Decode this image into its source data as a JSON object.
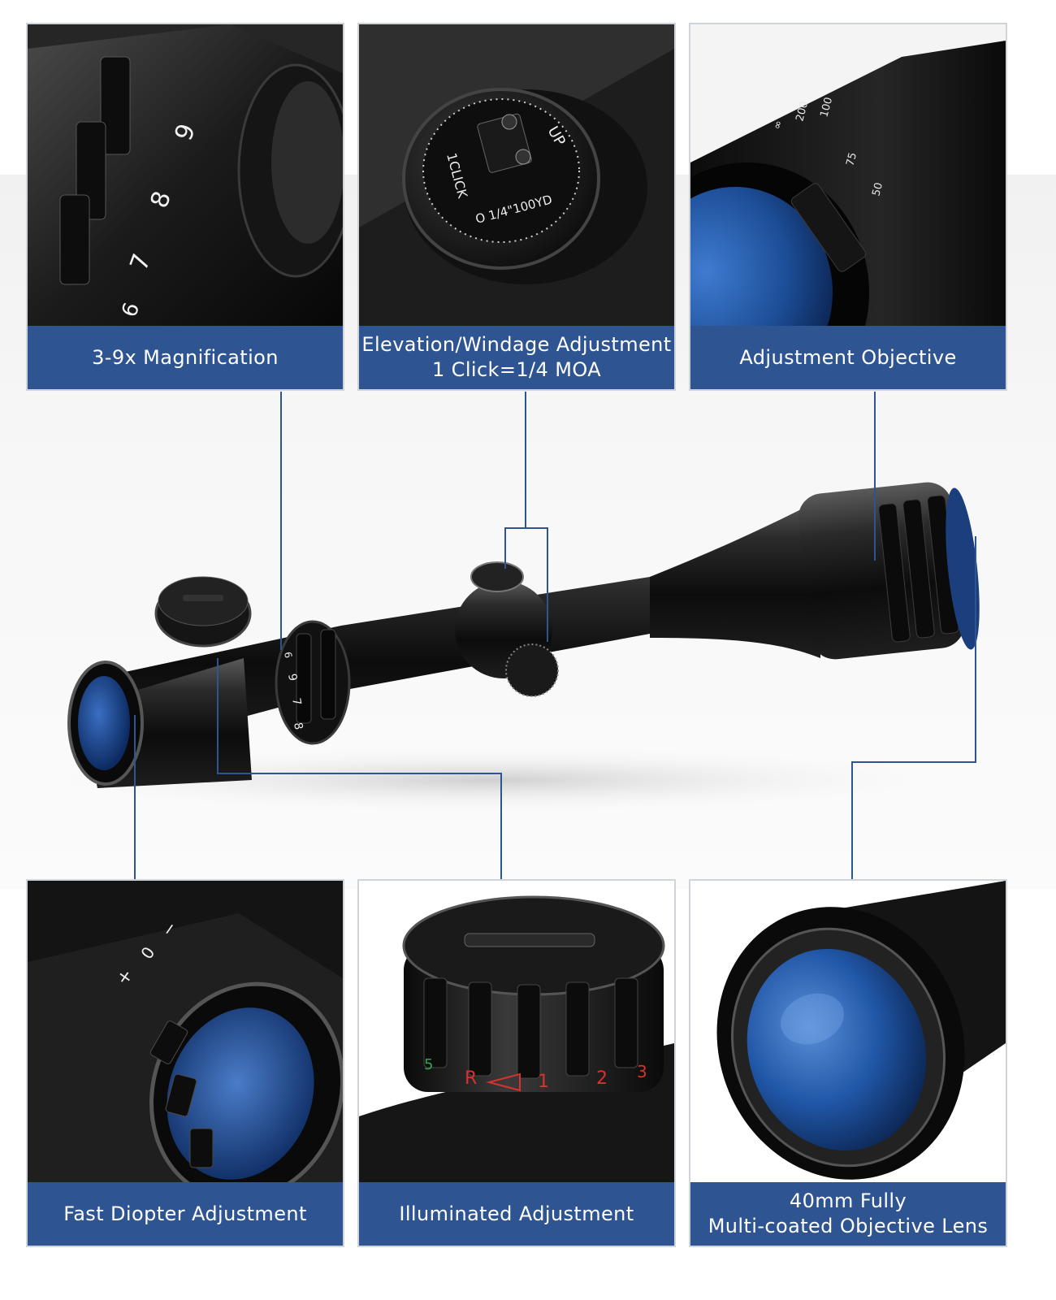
{
  "features": [
    {
      "id": "magnification",
      "lines": [
        "3-9x Magnification"
      ]
    },
    {
      "id": "elevation",
      "lines": [
        "Elevation/Windage Adjustment",
        "1 Click=1/4 MOA"
      ]
    },
    {
      "id": "objective-adjust",
      "lines": [
        "Adjustment Objective"
      ]
    },
    {
      "id": "diopter",
      "lines": [
        "Fast Diopter Adjustment"
      ]
    },
    {
      "id": "illumination",
      "lines": [
        "Illuminated Adjustment"
      ]
    },
    {
      "id": "lens",
      "lines": [
        "40mm Fully",
        "Multi-coated Objective Lens"
      ]
    }
  ],
  "turret_text": {
    "up": "UP",
    "click": "1CLICK",
    "moa": "O 1/4\"100YD"
  },
  "magnification_marks": [
    "9",
    "8",
    "7",
    "6"
  ],
  "scope_power_marks": [
    "9",
    "7",
    "8",
    "6"
  ],
  "parallax_marks": [
    "∞",
    "200",
    "100",
    "75",
    "50"
  ],
  "illumination_marks": [
    "5",
    "R",
    "1",
    "2",
    "3"
  ],
  "diopter_marks": [
    "+",
    "0",
    "−"
  ],
  "colors": {
    "caption_bg": "#2e5492",
    "connector": "#2e5492",
    "lens_blue": "#1f4f9a",
    "illum_red": "#d8322c",
    "illum_green": "#2fa84a"
  }
}
